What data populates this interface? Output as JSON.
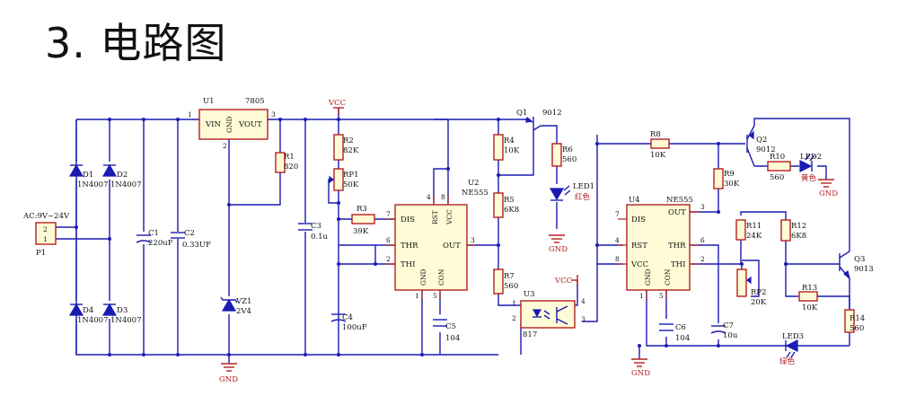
{
  "title": "3. 电路图",
  "connector": {
    "ref": "P1",
    "voltage": "AC:9V~24V",
    "pins": [
      "2",
      "1"
    ]
  },
  "diodes": [
    {
      "ref": "D1",
      "part": "1N4007"
    },
    {
      "ref": "D2",
      "part": "1N4007"
    },
    {
      "ref": "D3",
      "part": "1N4007"
    },
    {
      "ref": "D4",
      "part": "1N4007"
    }
  ],
  "capacitors": {
    "c1": {
      "ref": "C1",
      "value": "220uF"
    },
    "c2": {
      "ref": "C2",
      "value": "0.33UF"
    },
    "c3": {
      "ref": "C3",
      "value": "0.1u"
    },
    "c4": {
      "ref": "C4",
      "value": "100uF"
    },
    "c5": {
      "ref": "C5",
      "value": "104"
    },
    "c6": {
      "ref": "C6",
      "value": "104"
    },
    "c7": {
      "ref": "C7",
      "value": "10u"
    }
  },
  "regulator": {
    "ref": "U1",
    "part": "7805",
    "vin": "VIN",
    "gnd": "GND",
    "vout": "VOUT",
    "pins": [
      "1",
      "2",
      "3"
    ]
  },
  "zener": {
    "ref": "VZ1",
    "value": "2V4"
  },
  "resistors": {
    "r1": {
      "ref": "R1",
      "value": "820"
    },
    "r2": {
      "ref": "R2",
      "value": "82K"
    },
    "rp1": {
      "ref": "RP1",
      "value": "50K"
    },
    "r3": {
      "ref": "R3",
      "value": "39K"
    },
    "r4": {
      "ref": "R4",
      "value": "10K"
    },
    "r5": {
      "ref": "R5",
      "value": "6K8"
    },
    "r6": {
      "ref": "R6",
      "value": "560"
    },
    "r7": {
      "ref": "R7",
      "value": "560"
    },
    "r8": {
      "ref": "R8",
      "value": "10K"
    },
    "r9": {
      "ref": "R9",
      "value": "30K"
    },
    "r10": {
      "ref": "R10",
      "value": "560"
    },
    "r11": {
      "ref": "R11",
      "value": "24K"
    },
    "r12": {
      "ref": "R12",
      "value": "6K8"
    },
    "r13": {
      "ref": "R13",
      "value": "10K"
    },
    "r14": {
      "ref": "R14",
      "value": "560"
    },
    "rp2": {
      "ref": "RP2",
      "value": "20K"
    }
  },
  "vcc": "VCC",
  "gnd": "GND",
  "ic555a": {
    "ref": "U2",
    "part": "NE555",
    "pins": {
      "dis": "DIS",
      "thr": "THR",
      "thi": "THI",
      "rst": "RST",
      "vcc": "VCC",
      "out": "OUT",
      "gnd": "GND",
      "con": "CON"
    },
    "pin_numbers": [
      "7",
      "6",
      "2",
      "4",
      "8",
      "3",
      "1",
      "5"
    ]
  },
  "ic555b": {
    "ref": "U4",
    "part": "NE555",
    "pins": {
      "dis": "DIS",
      "rst": "RST",
      "vcc": "VCC",
      "out": "OUT",
      "thr": "THR",
      "thi": "THI",
      "gnd": "GND",
      "con": "CON"
    },
    "pin_numbers": [
      "7",
      "4",
      "8",
      "3",
      "6",
      "2",
      "1",
      "5"
    ]
  },
  "transistors": {
    "q1": {
      "ref": "Q1",
      "part": "9012"
    },
    "q2": {
      "ref": "Q2",
      "part": "9012"
    },
    "q3": {
      "ref": "Q3",
      "part": "9013"
    }
  },
  "optocoupler": {
    "ref": "U3",
    "part": "817",
    "pins": [
      "1",
      "2",
      "3",
      "4"
    ]
  },
  "leds": {
    "led1": {
      "ref": "LED1",
      "color": "红色"
    },
    "led2": {
      "ref": "LED2",
      "color": "黄色"
    },
    "led3": {
      "ref": "LED3",
      "color": "绿色"
    }
  }
}
